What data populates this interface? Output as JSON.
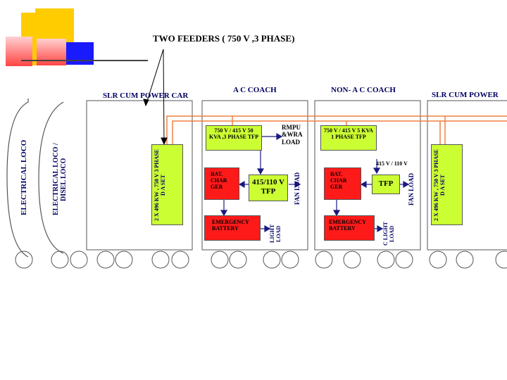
{
  "title": "TWO FEEDERS ( 750 V ,3 PHASE)",
  "locos": {
    "electrical": "ELECTRICAL LOCO",
    "diesel": "ELECTRICAL LOCO / DISEL LOCO"
  },
  "coaches": {
    "slr_left": "SLR CUM POWER CAR",
    "ac": "A C COACH",
    "non_ac": "NON- A C COACH",
    "slr_right": "SLR CUM POWER"
  },
  "slr_left": {
    "dg_set": "2 X 496 KW , 750 V 3 PHASE D A SET"
  },
  "ac_coach": {
    "tfp_box": "750 V / 415 V 50 KVA ,3 PHASE TFP",
    "rmpu": "RMPU &WRA LOAD",
    "bat_charger": "BAT. CHAR GER",
    "tfp_415_110": "415/110 V TFP",
    "fan_load": "FAN LOAD",
    "emergency_battery": "EMERGENCY BATTERY",
    "light_load": "LIGHT LOAD"
  },
  "non_ac_coach": {
    "tfp_box": "750 V / 415 V 5 KVA 1 PHASE TFP",
    "v415_110": "415 V / 110 V",
    "bat_charger": "BAT. CHAR GER",
    "tfp": "TFP",
    "fan_load": "FAN LOAD",
    "emergency_battery": "EMERGENCY BATTERY",
    "light_load": "C LIGHT LOAD"
  },
  "slr_right": {
    "dg_set": "2 X 496 KW , 750 V 3 PHASE D A SET"
  },
  "colors": {
    "feeder_line": "#f08040",
    "coach_outline": "#555555",
    "box_yellow": "#ccff33",
    "box_red": "#ff1a1a",
    "deco_yellow": "#ffcc00",
    "deco_blue": "#1a1aff",
    "deco_red": "#ff5555"
  }
}
